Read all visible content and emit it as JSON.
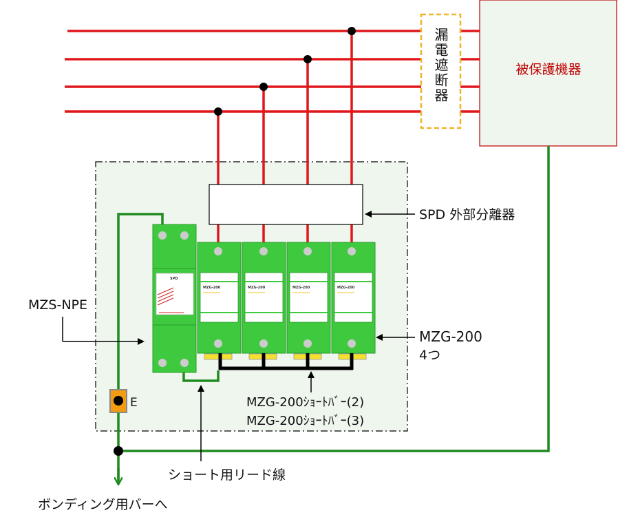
{
  "protected_equipment": {
    "label": "被保護機器"
  },
  "breaker": {
    "label": "漏電遮断器"
  },
  "spd_disconnector": {
    "label": "SPD 外部分離器"
  },
  "mzs_npe": {
    "label": "MZS-NPE",
    "module_label": "SPD"
  },
  "mzg_200": {
    "label": "MZG-200",
    "count_label": "4つ",
    "module_label": "MZG-200"
  },
  "short_bar": {
    "label_1": "MZG-200ｼｮｰﾄﾊﾞｰ(2)",
    "label_2": "MZG-200ｼｮｰﾄﾊﾞｰ(3)"
  },
  "short_lead": {
    "label": "ショート用リード線"
  },
  "earth": {
    "label": "E"
  },
  "bonding": {
    "label": "ボンディング用バーへ"
  },
  "colors": {
    "power_line": "#e0161a",
    "ground_line": "#1f8a1f",
    "module_green": "#3ec93e",
    "enclosure_fill": "#eef6ee",
    "breaker_border": "#f0b428",
    "earth_terminal": "#f39c12",
    "equipment_text": "#c00000"
  }
}
